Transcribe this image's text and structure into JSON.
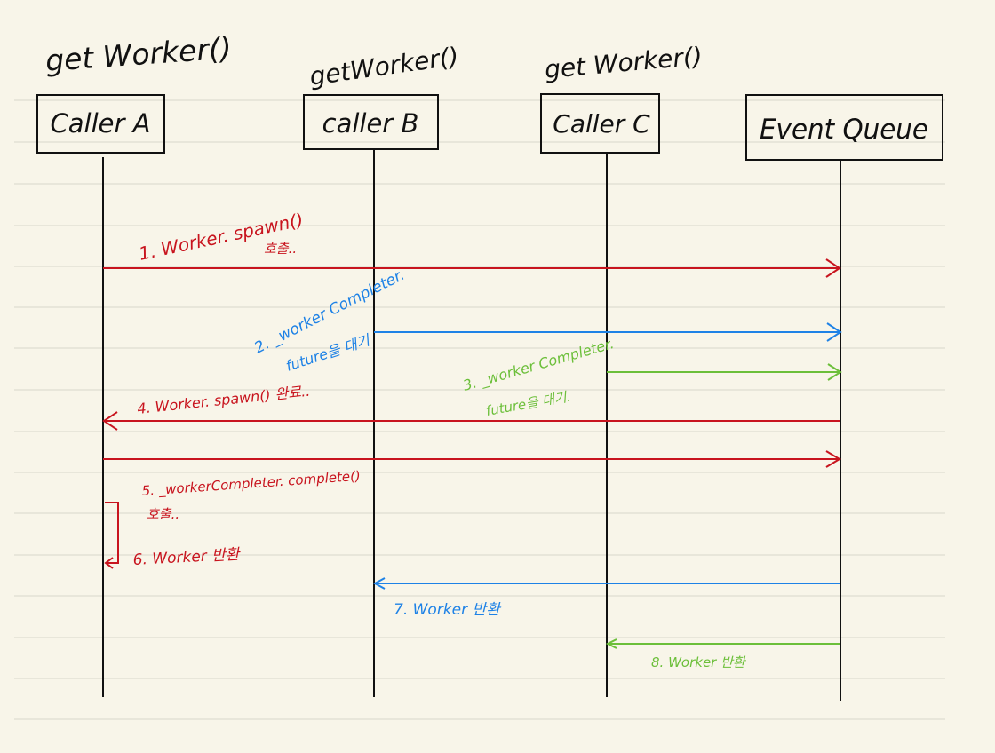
{
  "colors": {
    "background": "#f8f5e9",
    "rule": "#d9d6cc",
    "ink": "#111111",
    "red": "#c8141e",
    "blue": "#1e82e6",
    "green": "#6cbf3a"
  },
  "participants": [
    {
      "id": "a",
      "name": "Caller A",
      "call": "get Worker()"
    },
    {
      "id": "b",
      "name": "caller B",
      "call": "getWorker()"
    },
    {
      "id": "c",
      "name": "Caller C",
      "call": "get Worker()"
    },
    {
      "id": "q",
      "name": "Event Queue",
      "call": ""
    }
  ],
  "messages": [
    {
      "from": "a",
      "to": "q",
      "color": "red",
      "lines": [
        "1. Worker. spawn()",
        "호출.."
      ]
    },
    {
      "from": "b",
      "to": "q",
      "color": "blue",
      "lines": [
        "2. _worker Completer.",
        "future을 대기"
      ]
    },
    {
      "from": "c",
      "to": "q",
      "color": "green",
      "lines": [
        "3. _worker Completer.",
        "future을 대기."
      ]
    },
    {
      "from": "q",
      "to": "a",
      "color": "red",
      "lines": [
        "4. Worker. spawn() 완료.."
      ]
    },
    {
      "from": "a",
      "to": "q",
      "color": "red",
      "lines": [
        "5. _workerCompleter. complete()",
        "호출.."
      ]
    },
    {
      "from": "a",
      "to": "a",
      "color": "red",
      "lines": [
        "6. Worker 반환"
      ]
    },
    {
      "from": "q",
      "to": "b",
      "color": "blue",
      "lines": [
        "7. Worker 반환"
      ]
    },
    {
      "from": "q",
      "to": "c",
      "color": "green",
      "lines": [
        "8. Worker 반환"
      ]
    }
  ]
}
